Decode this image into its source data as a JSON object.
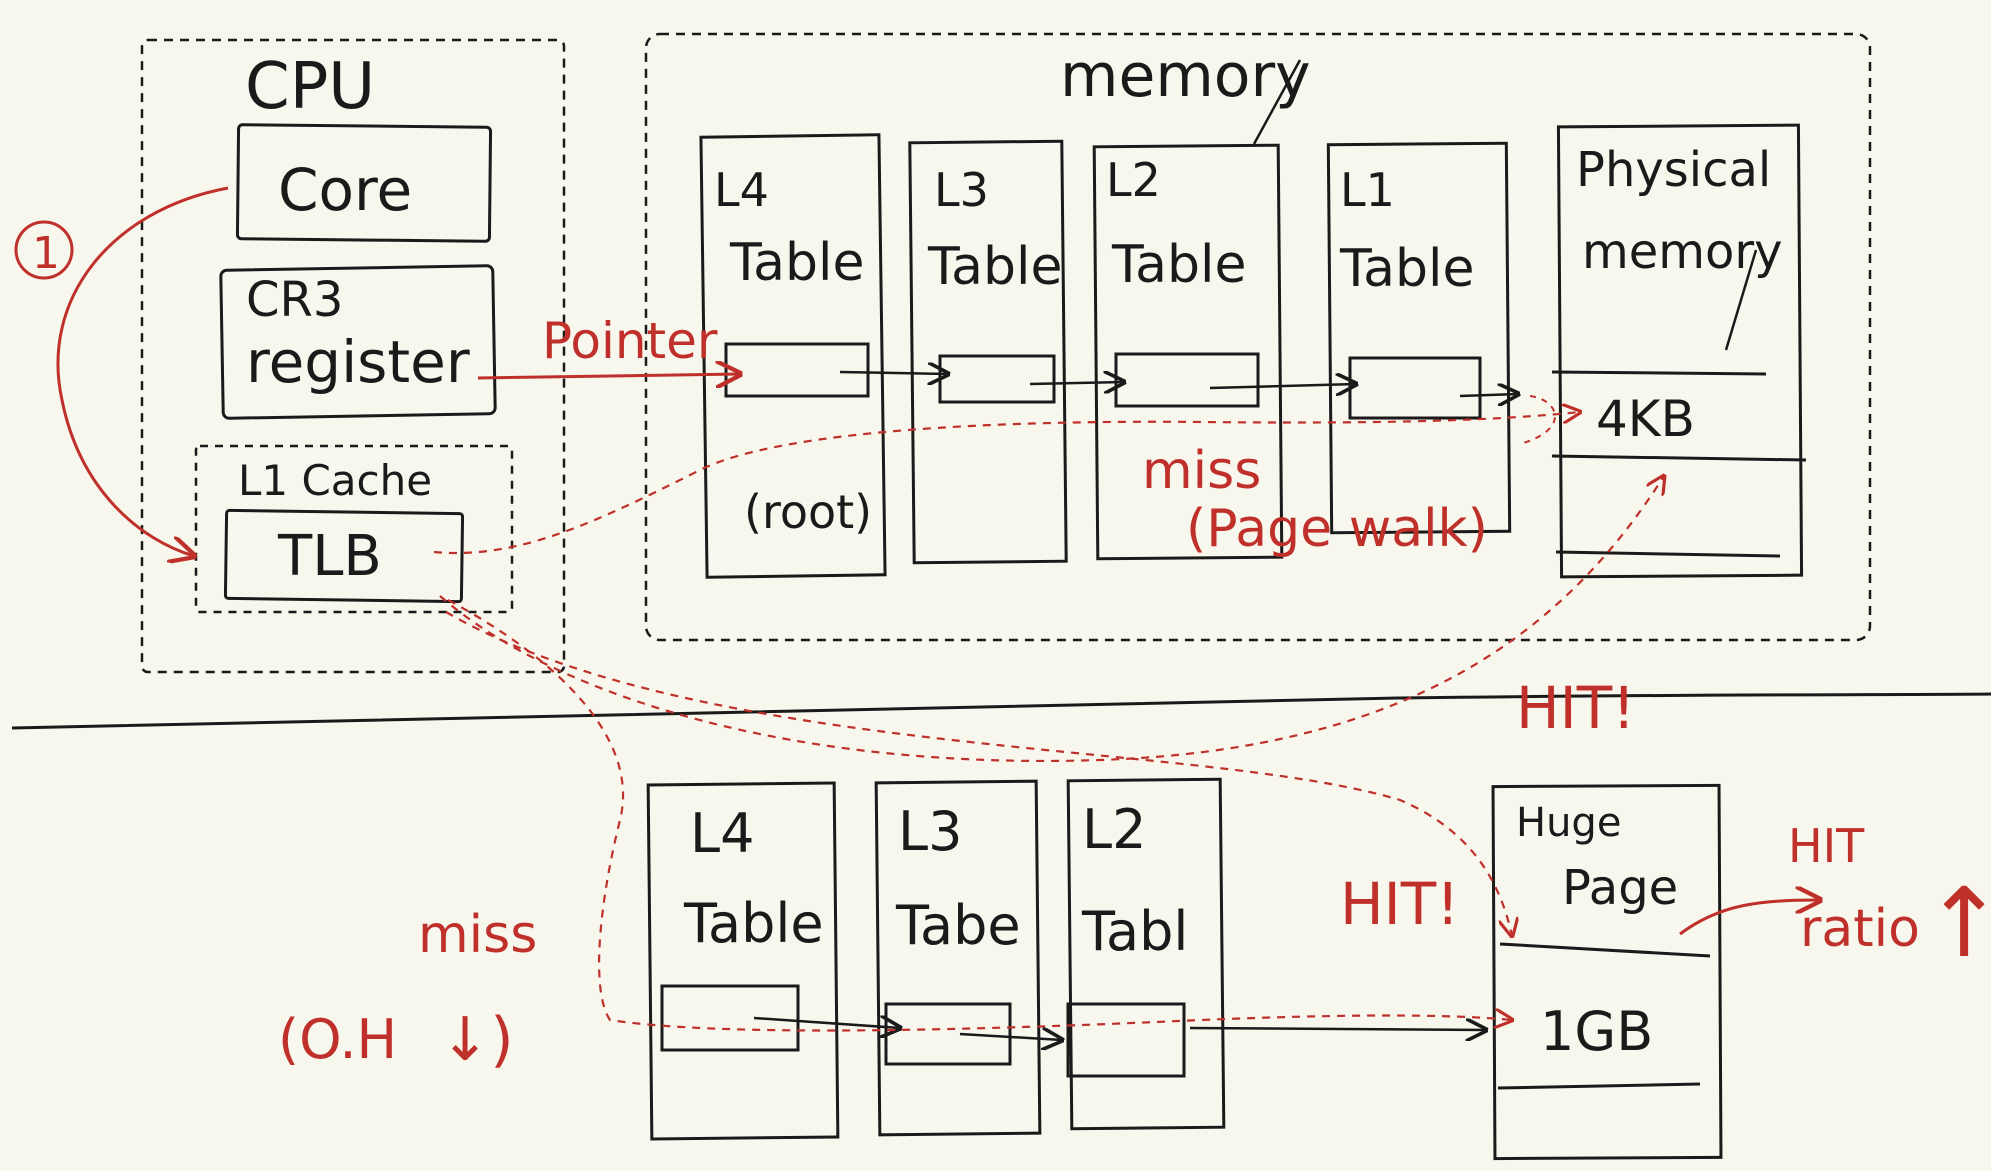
{
  "colors": {
    "background": "#f8f7ee",
    "ink": "#1a1a1a",
    "red": "#c0302a"
  },
  "cpu": {
    "title": "CPU",
    "core": "Core",
    "cr3_line1": "CR3",
    "cr3_line2": "register",
    "l1cache": "L1 Cache",
    "tlb": "TLB"
  },
  "memory": {
    "title": "memory",
    "l4": "L4",
    "l3": "L3",
    "l2": "L2",
    "l1": "L1",
    "table": "Table",
    "root": "(root)",
    "physical_line1": "Physical",
    "physical_line2": "memory",
    "page_4kb": "4KB"
  },
  "lower": {
    "l4": "L4",
    "l3": "L3",
    "l2": "L2",
    "table": "Table",
    "table_l3": "Tabe",
    "table_l2": "Tabl",
    "huge_line1": "Huge",
    "huge_line2": "Page",
    "page_1gb": "1GB"
  },
  "annotations": {
    "step": "1",
    "pointer": "Pointer",
    "miss_top": "miss",
    "page_walk": "(Page walk)",
    "hit_upper": "HIT!",
    "hit_lower": "HIT!",
    "miss_bottom": "miss",
    "overhead": "(O.H",
    "down_arrow": "↓)",
    "hit_ratio_line1": "HIT",
    "hit_ratio_line2": "ratio",
    "up_arrow": "↑"
  }
}
